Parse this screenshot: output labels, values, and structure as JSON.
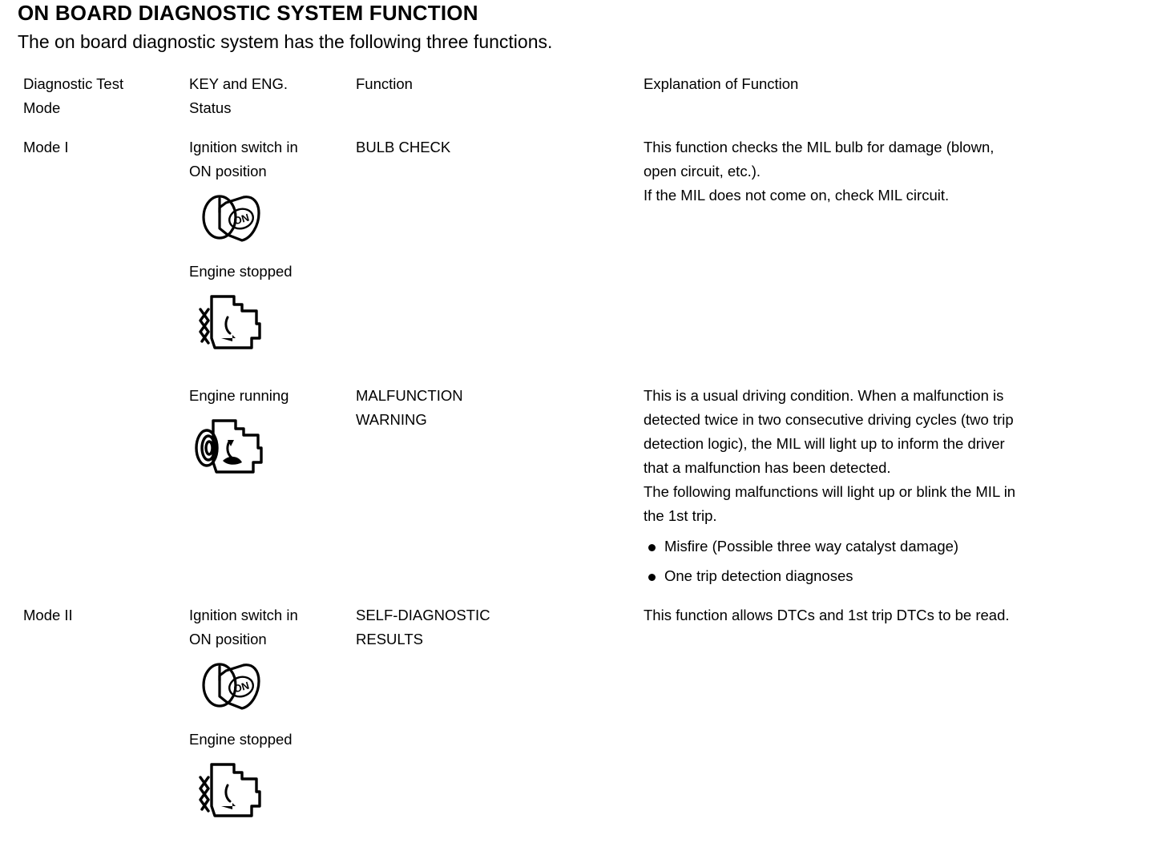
{
  "document": {
    "title": "ON BOARD DIAGNOSTIC SYSTEM FUNCTION",
    "subtitle": "The on board diagnostic system has the following three functions."
  },
  "table": {
    "headers": {
      "mode": "Diagnostic Test\nMode",
      "status": "KEY and ENG.\nStatus",
      "function": "Function",
      "explanation": "Explanation of Function"
    },
    "rows": [
      {
        "mode": "Mode I",
        "status_label": "Ignition switch in\nON position",
        "status_label_2": "Engine stopped",
        "status_icon_1": "ignition-key-on-icon",
        "status_icon_2": "engine-stopped-icon",
        "key_icon_text": "ON",
        "function": "BULB CHECK",
        "explanation": "This function checks the MIL bulb for damage (blown,\nopen circuit, etc.).\nIf the MIL does not come on, check MIL circuit.",
        "bullets": []
      },
      {
        "mode": "",
        "status_label": "Engine running",
        "status_label_2": "",
        "status_icon_1": "engine-running-icon",
        "status_icon_2": "",
        "key_icon_text": "",
        "function": "MALFUNCTION\nWARNING",
        "explanation": "This is a usual driving condition. When a malfunction is\ndetected twice in two consecutive driving cycles (two trip\ndetection logic), the MIL will light up to inform the driver\nthat a malfunction has been detected.\nThe following malfunctions will light up or blink the MIL in\nthe 1st trip.",
        "bullets": [
          "Misfire (Possible three way catalyst damage)",
          "One trip detection diagnoses"
        ]
      },
      {
        "mode": "Mode II",
        "status_label": "Ignition switch in\nON position",
        "status_label_2": "Engine stopped",
        "status_icon_1": "ignition-key-on-icon",
        "status_icon_2": "engine-stopped-icon",
        "key_icon_text": "ON",
        "function": "SELF-DIAGNOSTIC\nRESULTS",
        "explanation": "This function allows DTCs and 1st trip DTCs to be read.",
        "bullets": []
      }
    ]
  },
  "colors": {
    "ink": "#000000",
    "paper": "#ffffff"
  }
}
